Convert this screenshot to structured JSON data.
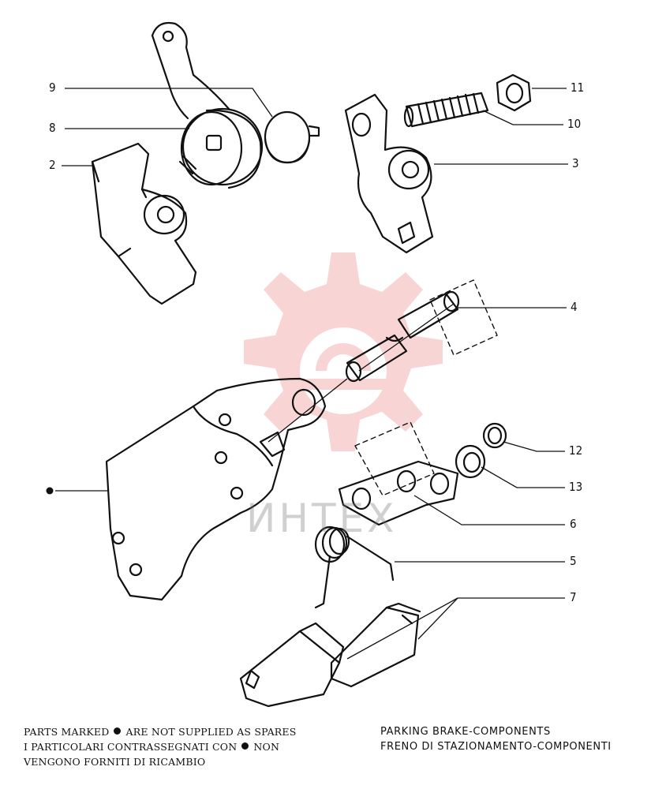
{
  "callouts": {
    "c9": "9",
    "c8": "8",
    "c2": "2",
    "c11": "11",
    "c10": "10",
    "c3": "3",
    "c4": "4",
    "c12": "12",
    "c13": "13",
    "c6": "6",
    "c5": "5",
    "c7": "7"
  },
  "watermark": {
    "text": "ИНТЕХ",
    "color": "#e04040"
  },
  "footer": {
    "note_line1_before": "PARTS MARKED",
    "note_line1_after": "ARE NOT SUPPLIED AS SPARES",
    "note_line2_before": "I PARTICOLARI CONTRASSEGNATI CON",
    "note_line2_after": "NON",
    "note_line3": "VENGONO FORNITI DI RICAMBIO",
    "title_en": "PARKING BRAKE-COMPONENTS",
    "title_it": "FRENO DI STAZIONAMENTO-COMPONENTI"
  }
}
